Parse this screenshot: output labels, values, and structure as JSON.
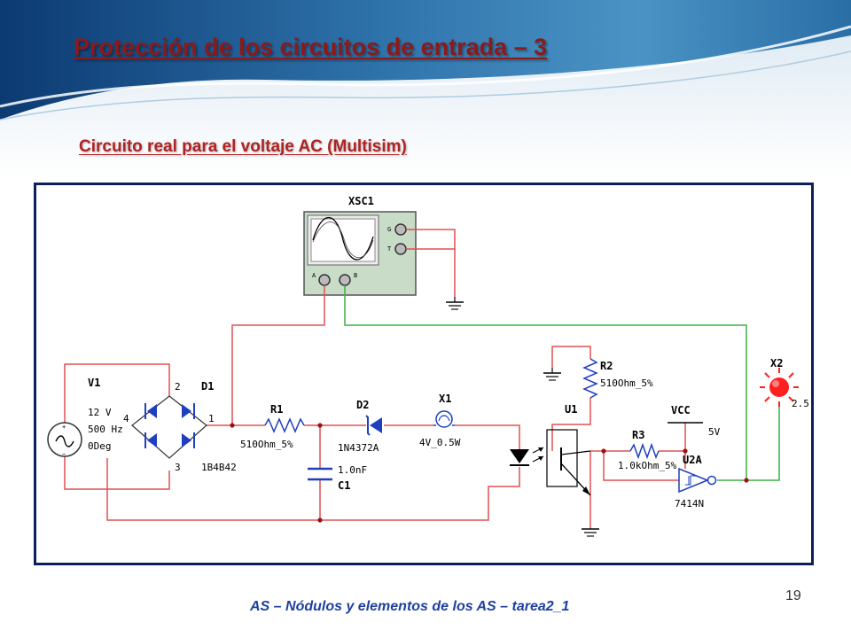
{
  "slide": {
    "title": "Protección de los circuitos de entrada – 3",
    "subtitle": "Circuito real para el voltaje AC (Multisim)",
    "footer": "AS – Nódulos y elementos de los AS – tarea2_1",
    "page_number": "19"
  },
  "schematic": {
    "oscilloscope": {
      "ref": "XSC1",
      "ch_a": "A",
      "ch_b": "B",
      "gnd": "G",
      "trig": "T"
    },
    "source": {
      "ref": "V1",
      "voltage": "12 V",
      "frequency": "500 Hz",
      "phase": "0Deg",
      "plus": "+",
      "minus": "–"
    },
    "bridge": {
      "ref": "D1",
      "part": "1B4B42",
      "pin1": "1",
      "pin2": "2",
      "pin3": "3",
      "pin4": "4"
    },
    "r1": {
      "ref": "R1",
      "value": "510Ohm_5%"
    },
    "d2": {
      "ref": "D2",
      "part": "1N4372A"
    },
    "c1": {
      "ref": "C1",
      "value": "1.0nF"
    },
    "x1": {
      "ref": "X1",
      "value": "4V_0.5W"
    },
    "u1": {
      "ref": "U1"
    },
    "r2": {
      "ref": "R2",
      "value": "510Ohm_5%"
    },
    "r3": {
      "ref": "R3",
      "value": "1.0kOhm_5%"
    },
    "vcc": {
      "label": "VCC",
      "value": "5V"
    },
    "u2": {
      "ref": "U2A",
      "part": "7414N"
    },
    "x2": {
      "ref": "X2",
      "value": "2.5"
    }
  },
  "colors": {
    "title": "#8b1a1a",
    "subtitle": "#b22222",
    "footer": "#1f3f9f",
    "frame": "#0a1f5c",
    "wire_red": "#e05050",
    "wire_green": "#3cb043",
    "component_blue": "#1f3fbf",
    "lamp": "#ff2020"
  }
}
